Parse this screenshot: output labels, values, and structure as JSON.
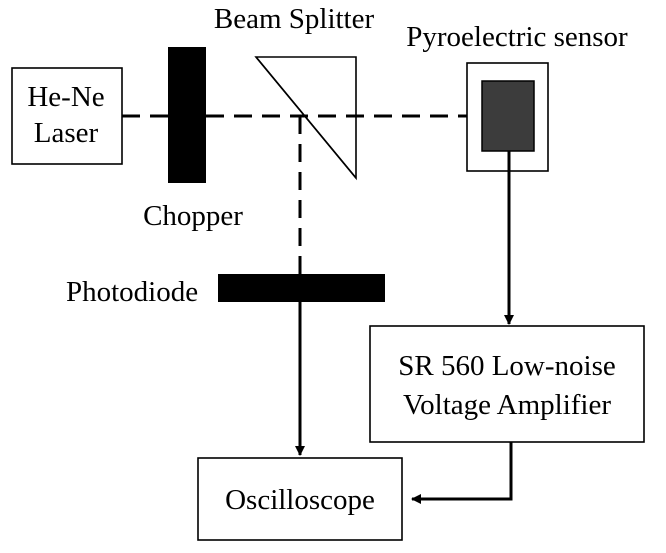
{
  "labels": {
    "laser_line1": "He-Ne",
    "laser_line2": "Laser",
    "chopper": "Chopper",
    "beam_splitter": "Beam Splitter",
    "pyro_sensor": "Pyroelectric sensor",
    "photodiode": "Photodiode",
    "amplifier_line1": "SR 560 Low-noise",
    "amplifier_line2": "Voltage Amplifier",
    "oscilloscope": "Oscilloscope"
  },
  "colors": {
    "stroke": "#000000",
    "sensor_fill": "#3c3c3c",
    "background": "#ffffff"
  }
}
